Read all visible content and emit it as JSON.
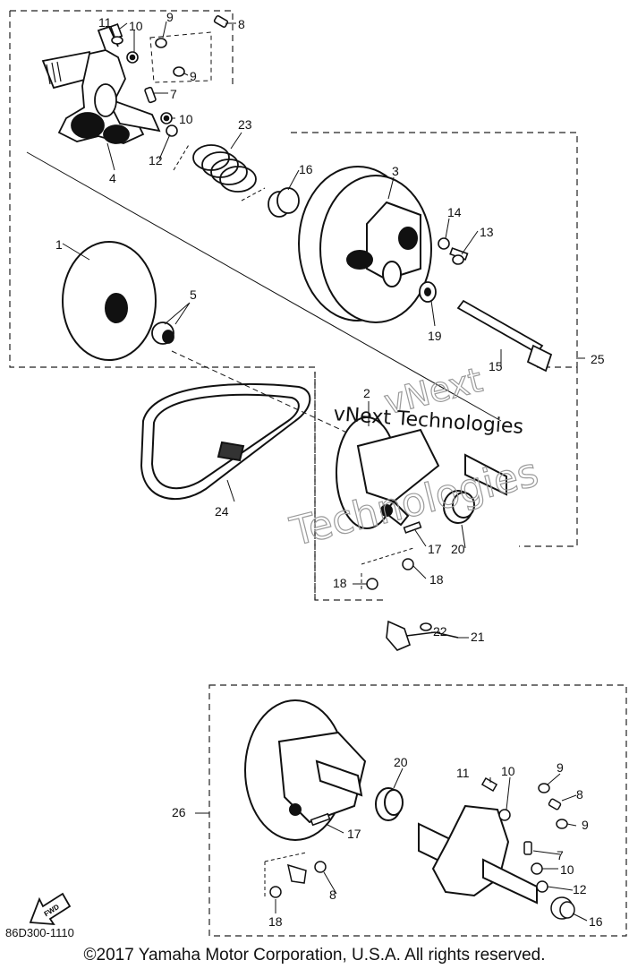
{
  "watermark": {
    "line1": "vNext",
    "line2": "vNext Technologies",
    "line3": "Technologies"
  },
  "diagram_code": "86D300-1110",
  "fwd_label": "FWD",
  "copyright": "©2017 Yamaha Motor Corporation, U.S.A. All rights reserved.",
  "callouts": {
    "c1": "1",
    "c2": "2",
    "c3": "3",
    "c4": "4",
    "c5": "5",
    "c7": "7",
    "c8": "8",
    "c9a": "9",
    "c9b": "9",
    "c10a": "10",
    "c10b": "10",
    "c11": "11",
    "c12": "12",
    "c13": "13",
    "c14": "14",
    "c15": "15",
    "c16": "16",
    "c17": "17",
    "c18a": "18",
    "c18b": "18",
    "c19": "19",
    "c20": "20",
    "c21": "21",
    "c22": "22",
    "c23": "23",
    "c24": "24",
    "c25": "25",
    "c26": "26",
    "d20": "20",
    "d11": "11",
    "d10a": "10",
    "d9a": "9",
    "d8": "8",
    "d9b": "9",
    "d7": "7",
    "d10b": "10",
    "d12": "12",
    "d16": "16",
    "d17": "17",
    "d8b": "8",
    "d18": "18"
  }
}
